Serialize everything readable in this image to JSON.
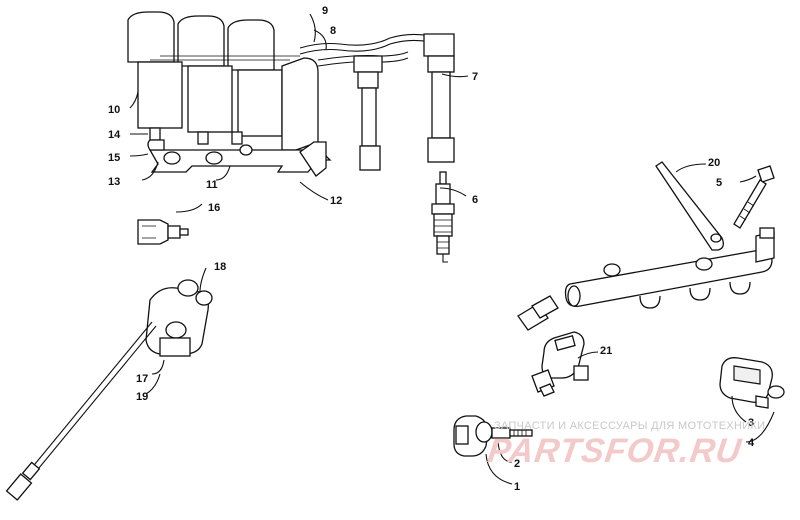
{
  "watermark": {
    "tagline": "ЗАПЧАСТИ И АКСЕССУАРЫ ДЛЯ МОТОТЕХНИКИ",
    "logo": "PARTSFOR.RU"
  },
  "callouts": [
    "1",
    "2",
    "3",
    "4",
    "5",
    "6",
    "7",
    "8",
    "9",
    "10",
    "11",
    "12",
    "13",
    "14",
    "15",
    "16",
    "17",
    "18",
    "19",
    "20",
    "21"
  ]
}
